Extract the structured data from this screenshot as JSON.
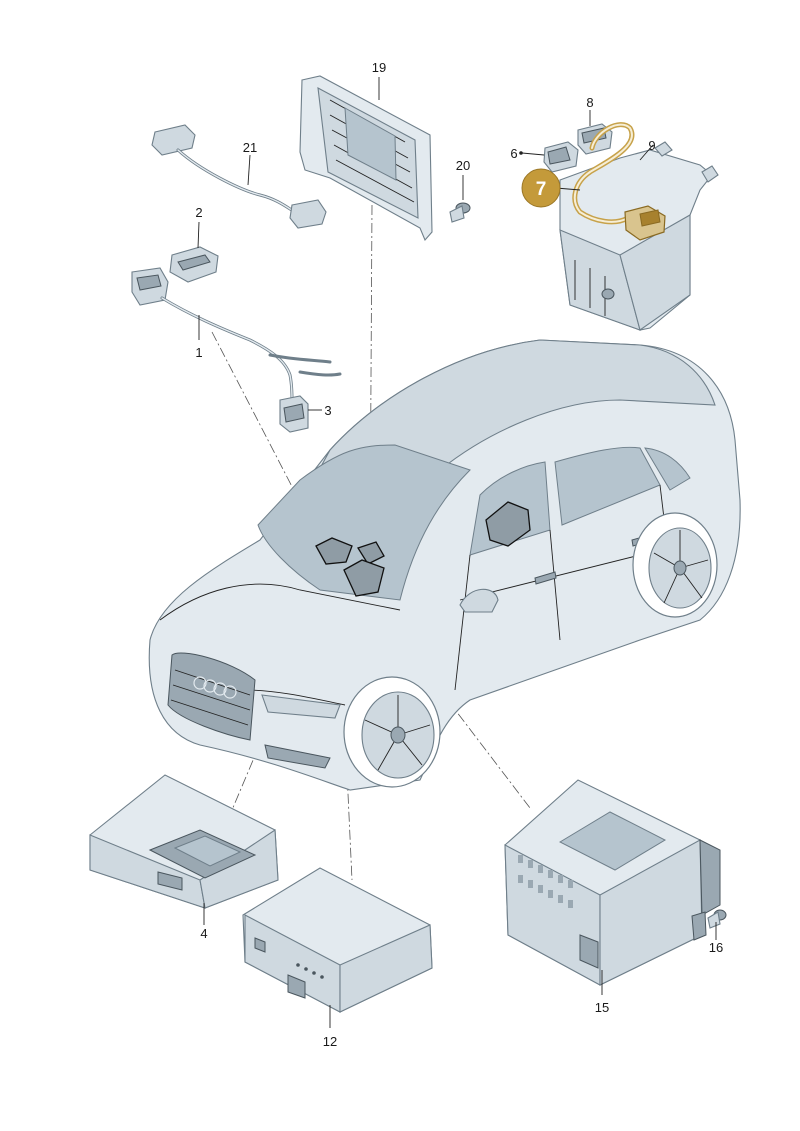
{
  "callouts": {
    "p1": "1",
    "p2": "2",
    "p3": "3",
    "p4": "4",
    "p6": "6",
    "p7": "7",
    "p8": "8",
    "p9": "9",
    "p12": "12",
    "p15": "15",
    "p16": "16",
    "p19": "19",
    "p20": "20",
    "p21": "21"
  },
  "colors": {
    "highlight_badge": "#c49a3a",
    "highlight_wire": "#c7a24a",
    "part_fill": "#e3eaef",
    "part_outline": "#6f7f8a",
    "mount_zone": "#8f9ca5"
  }
}
